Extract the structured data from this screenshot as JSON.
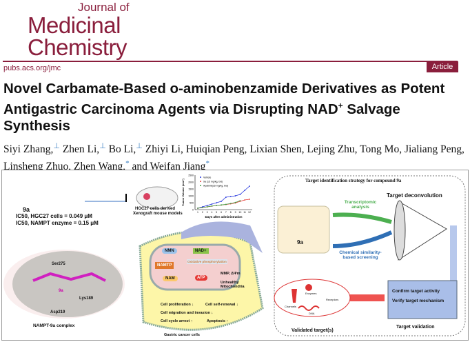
{
  "journal": {
    "line1": "Journal of",
    "line2": "Medicinal",
    "line3": "Chemistry",
    "url": "pubs.acs.org/jmc",
    "article_type": "Article"
  },
  "title": {
    "main": "Novel Carbamate-Based o-aminobenzamide Derivatives as Potent Antigastric Carcinoma Agents via Disrupting NAD",
    "sup": "+",
    "end": " Salvage Synthesis"
  },
  "authors": [
    {
      "name": "Siyi Zhang,",
      "mark": "⊥"
    },
    {
      "name": "Zhen Li,",
      "mark": "⊥"
    },
    {
      "name": "Bo Li,",
      "mark": "⊥"
    },
    {
      "name": "Zhiyi Li, Huiqian Peng, Lixian Shen, Lejing Zhu, Tong Mo, Jialiang Peng, Linsheng Zhuo,",
      "mark": ""
    },
    {
      "name": "Zhen Wang,",
      "mark": "*"
    },
    {
      "name": "and Weifan Jiang",
      "mark": "*"
    }
  ],
  "toc": {
    "compound": "9a",
    "ic50_cells": "IC50, HGC27 cells = 0.049 μM",
    "ic50_enzyme": "IC50, NAMPT enzyme = 0.15 μM",
    "mouse_caption1": "HGC27 cells derived",
    "mouse_caption2": "Xenograft mouse models",
    "complex_label": "NAMPT-9a complex",
    "residues": [
      "Ser275",
      "Lys189",
      "Asp219",
      "9a"
    ],
    "cell": {
      "nmn": "NMN",
      "nad": "NAD+",
      "namtp": "NAMTP",
      "nam": "NAM",
      "oxphos": "Oxidative phosphorylation",
      "atp": "ATP",
      "mmp": "MMP, ΔΨm",
      "unhealthy": "Unhealthy Mitochondria",
      "effects": [
        "Cell proliferation ↓",
        "Cell self-renewal ↓",
        "Cell migration and invasion ↓",
        "Cell cycle arrest ↑",
        "Apoptosis ↑"
      ],
      "caption": "Gastric cancer cells"
    },
    "strategy": {
      "title": "Target identification strategy for compound 9a",
      "deconv": "Target deconvolution",
      "transcriptomic": "Transcriptomic analysis",
      "similarity": "Chemical similarity-based screening",
      "confirm": "Confirm target activity",
      "verify": "Verify target mechanism",
      "validation": "Target validation",
      "validated": "Validated target(s)",
      "targets": [
        "Enzymes",
        "Channels",
        "Receptors",
        "DNA"
      ]
    },
    "colors": {
      "brand": "#8a1e3c",
      "green": "#4caf50",
      "blue": "#2f6fb5",
      "red": "#e53935"
    }
  },
  "chart_data": {
    "type": "line",
    "ylabel": "Tumor Volume (mm³)",
    "xlabel": "Days after administration",
    "x": [
      1,
      2,
      3,
      4,
      5,
      6,
      7,
      8,
      9,
      10,
      11,
      12
    ],
    "ylim": [
      0,
      2500
    ],
    "yticks": [
      0,
      500,
      1000,
      1500,
      2000,
      2500
    ],
    "series": [
      {
        "name": "Vehicle",
        "color": "#2233dd",
        "values": [
          100,
          200,
          300,
          400,
          500,
          600,
          900,
          950,
          1000,
          1100,
          1400,
          1700
        ]
      },
      {
        "name": "9a (15 mg/kg, bid)",
        "color": "#e53935",
        "values": [
          100,
          150,
          200,
          250,
          300,
          330,
          370,
          420,
          480,
          600,
          700,
          750
        ]
      },
      {
        "name": "Apatinib(15 mg/kg, bid)",
        "color": "#43a047",
        "values": [
          100,
          150,
          200,
          260,
          300,
          340,
          380,
          450,
          520,
          650,
          null,
          null
        ]
      }
    ]
  }
}
